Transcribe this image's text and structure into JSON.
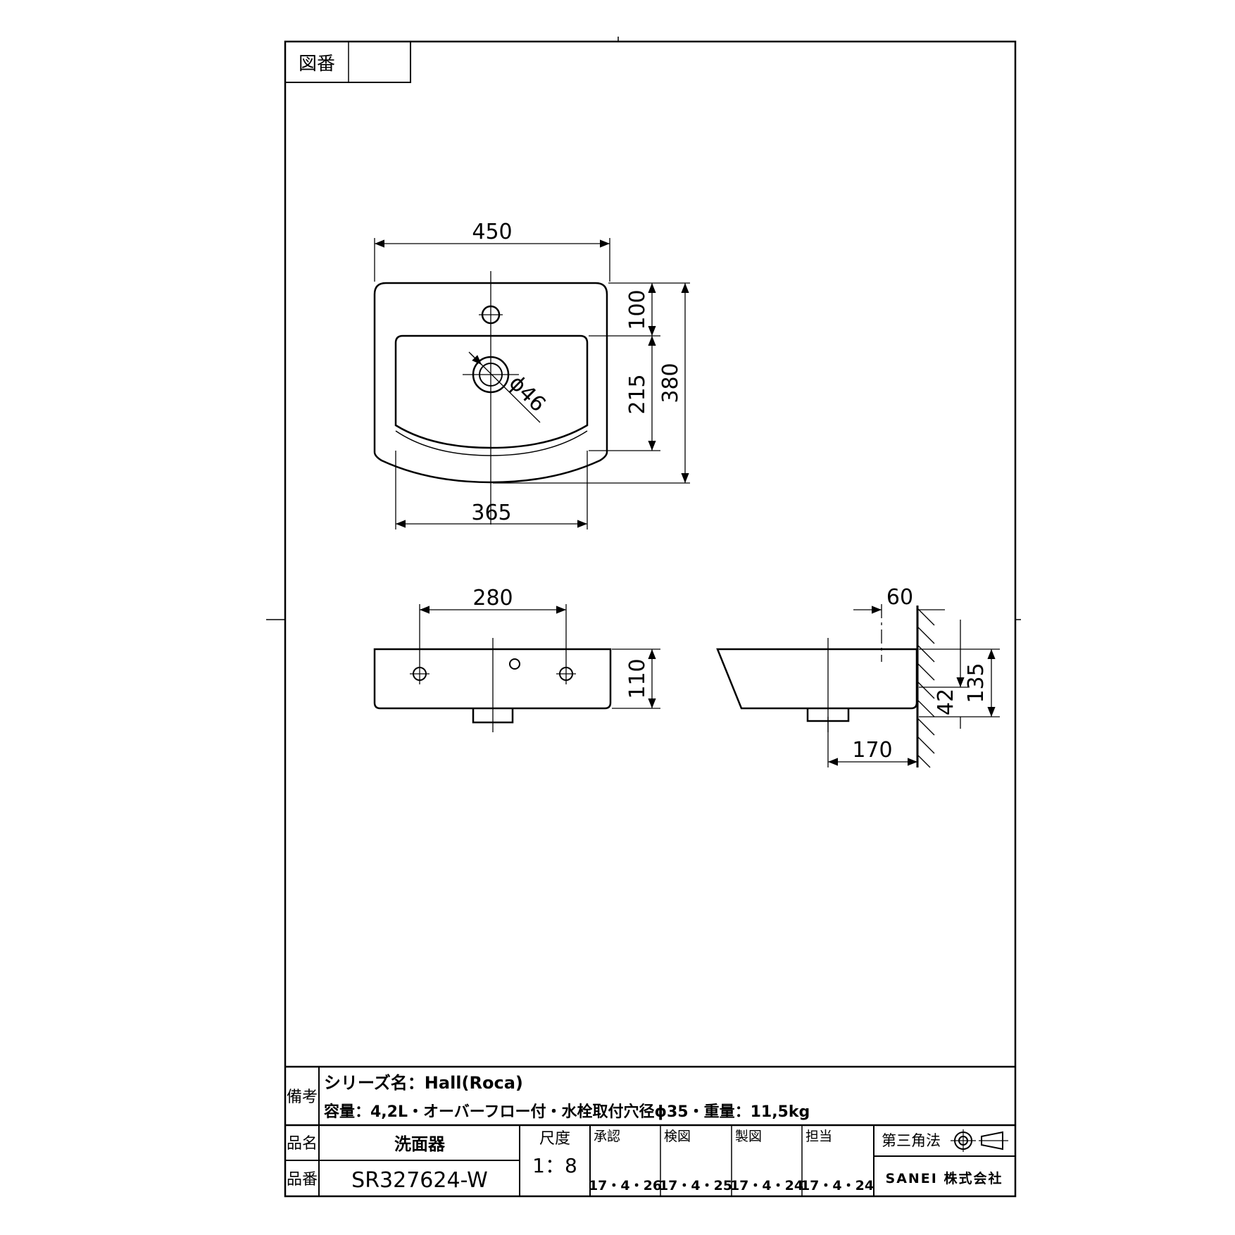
{
  "drawing_number_label": "図番",
  "drawing_number_value": "",
  "dimensions": {
    "top_width": "450",
    "top_depth_front": "100",
    "bowl_depth": "215",
    "total_depth": "380",
    "drain_diameter": "ϕ46",
    "bottom_width": "365",
    "mount_span": "280",
    "height": "110",
    "side_offset": "60",
    "side_height": "135",
    "drain_height": "42",
    "drain_from_wall": "170"
  },
  "title_block": {
    "remarks_label": "備考",
    "series_line": "シリーズ名：Hall(Roca)",
    "spec_line": "容量：4,2L・オーバーフロー付・水栓取付穴径ϕ35・重量：11,5kg",
    "item_name_label": "品名",
    "item_name": "洗面器",
    "item_code_label": "品番",
    "item_code": "SR327624-W",
    "scale_label": "尺度",
    "scale": "1：8",
    "approval_label": "承認",
    "approval_date": "17・4・26",
    "inspection_label": "検図",
    "inspection_date": "17・4・25",
    "drafting_label": "製図",
    "drafting_date": "17・4・24",
    "charge_label": "担当",
    "charge_date": "17・4・24",
    "projection_label": "第三角法",
    "company": "SANEI 株式会社"
  }
}
